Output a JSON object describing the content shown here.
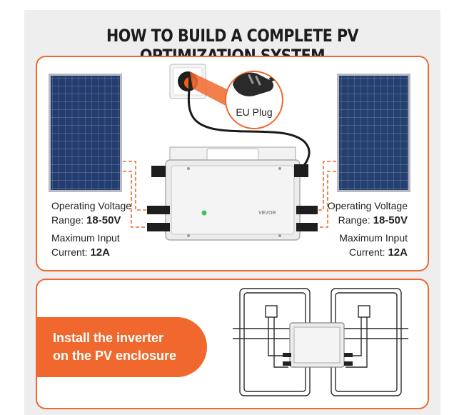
{
  "title": "HOW TO BUILD A COMPLETE PV OPTIMIZATION SYSTEM",
  "callout": {
    "label": "EU Plug"
  },
  "left_spec": {
    "voltage_label": "Operating Voltage",
    "range_label": "Range: ",
    "range_value": "18-50V",
    "current_label": "Maximum Input",
    "current_prefix": "Current: ",
    "current_value": "12A"
  },
  "right_spec": {
    "voltage_label": "Operating Voltage",
    "range_label": "Range: ",
    "range_value": "18-50V",
    "current_label": "Maximum Input",
    "current_prefix": "Current: ",
    "current_value": "12A"
  },
  "inverter": {
    "brand": "VEVOR"
  },
  "install_note": {
    "line1": "Install the inverter",
    "line2": "on the PV enclosure"
  },
  "colors": {
    "accent": "#f0682d",
    "panel": "#243c6e",
    "frame": "#c9cdd2"
  },
  "icons": [
    "solar-panel-icon",
    "inverter-icon",
    "eu-plug-icon",
    "wall-socket-icon"
  ]
}
